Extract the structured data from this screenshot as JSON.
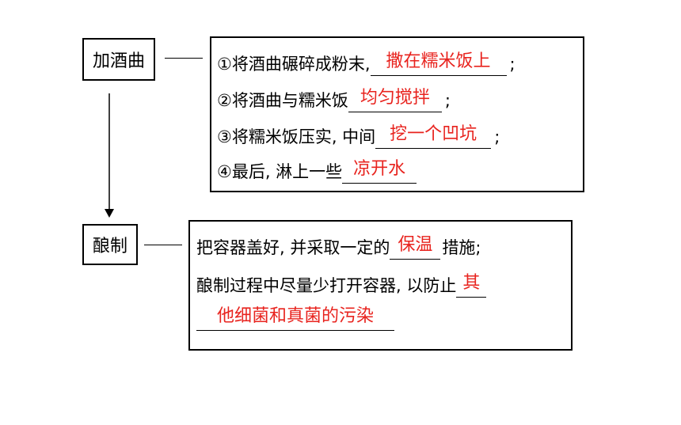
{
  "steps": {
    "add_qu": {
      "label": "加酒曲",
      "lines": [
        {
          "pre": "①将酒曲碾碎成粉末,",
          "answer": "撒在糯米饭上",
          "post": ";"
        },
        {
          "pre": "②将酒曲与糯米饭",
          "answer": "均匀搅拌",
          "post": ";"
        },
        {
          "pre": "③将糯米饭压实, 中间",
          "answer": "挖一个凹坑",
          "post": ";"
        },
        {
          "pre": "④最后, 淋上一些",
          "answer": "凉开水",
          "post": ""
        }
      ]
    },
    "brew": {
      "label": "酿制",
      "line1": {
        "pre": "把容器盖好, 并采取一定的",
        "answer": "保温",
        "post": "措施;"
      },
      "line2": {
        "pre": "酿制过程中尽量少打开容器, 以防止",
        "answer": "其"
      },
      "line3": {
        "answer": "他细菌和真菌的污染"
      }
    }
  },
  "colors": {
    "answer": "#e8231e",
    "line": "#000000"
  }
}
